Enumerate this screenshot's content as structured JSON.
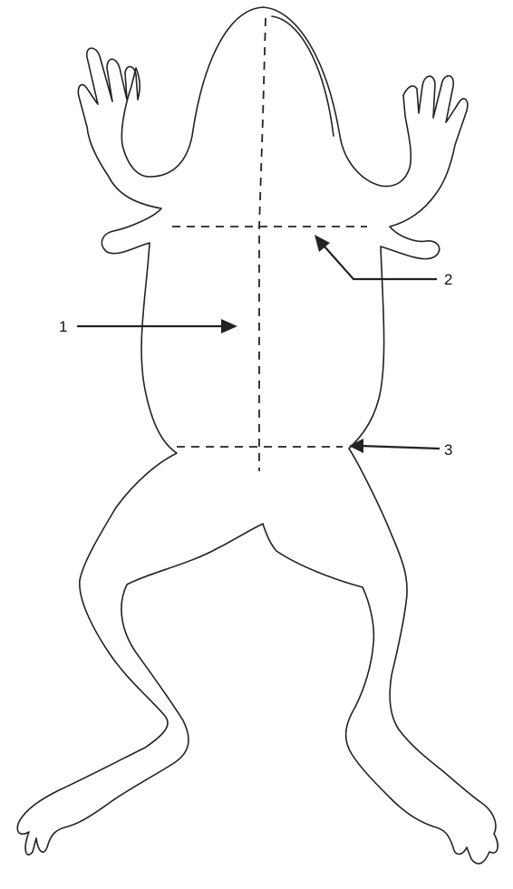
{
  "figure": {
    "subject": "frog-dissection-ventral-view",
    "labels": [
      {
        "id": "1",
        "text": "1"
      },
      {
        "id": "2",
        "text": "2"
      },
      {
        "id": "3",
        "text": "3"
      }
    ],
    "colors": {
      "ink": "#222222",
      "background": "#ffffff"
    }
  }
}
